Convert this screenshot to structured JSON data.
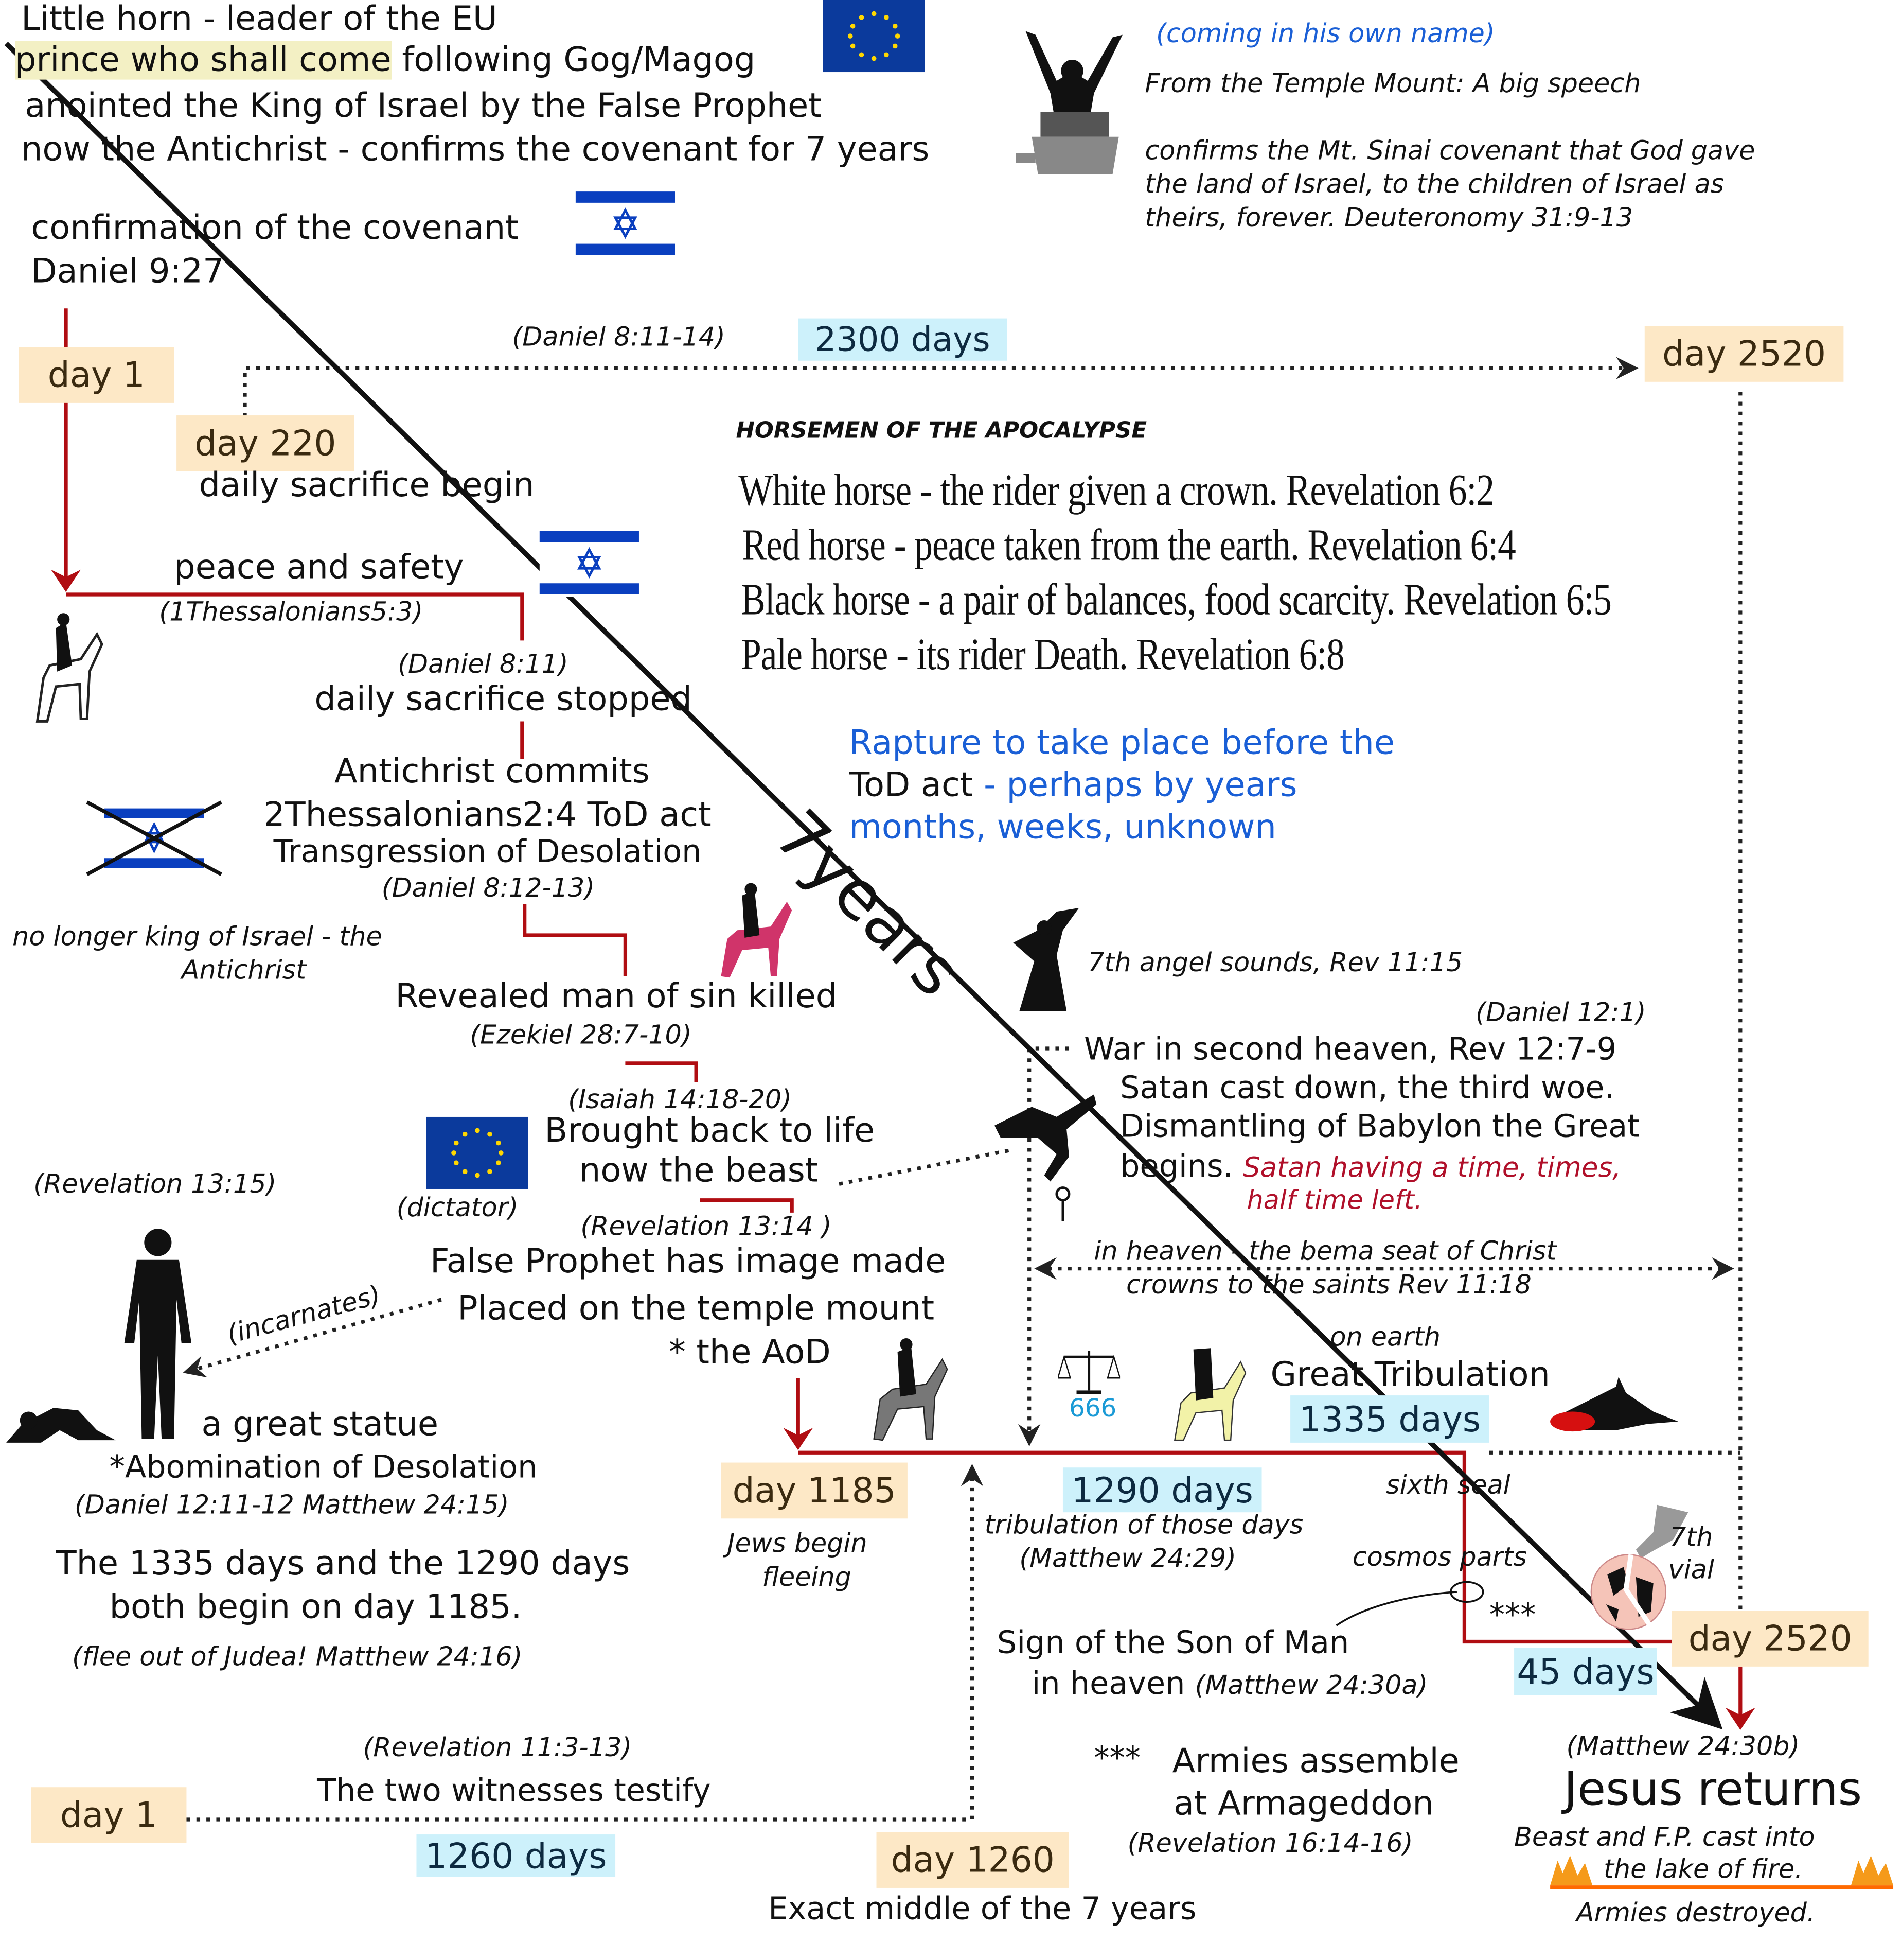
{
  "top": {
    "line1": "Little horn - leader of the EU",
    "line2_highlight": "prince who shall come",
    "line2_rest": " following Gog/Magog",
    "line3": "anointed the King of Israel by the False Prophet",
    "line4": "now the Antichrist - confirms the covenant for 7 years",
    "confirmation": "confirmation of the covenant",
    "daniel927": "Daniel 9:27"
  },
  "speech": {
    "coming": "(coming in his own name)",
    "temple": "From the Temple Mount:  A big speech",
    "l1": "confirms the Mt. Sinai covenant that God gave",
    "l2": "the land of Israel, to the children of Israel as",
    "l3": "theirs, forever.     Deuteronomy 31:9-13"
  },
  "timeline": {
    "day1_top": "day 1",
    "daniel81114": "(Daniel 8:11-14)",
    "days2300": "2300 days",
    "day2520_top": "day 2520",
    "day220": "day 220",
    "sacrifice_begin": "daily sacrifice begin",
    "peace": "peace and safety",
    "thess": "(1Thessalonians5:3)",
    "daniel811": "(Daniel 8:11)",
    "sacrifice_stopped": "daily sacrifice stopped",
    "ac_commits": "Antichrist commits",
    "thess2": "2Thessalonians2:4 ToD act",
    "transgression": "Transgression of Desolation",
    "daniel81213": "(Daniel 8:12-13)",
    "no_longer1": "no longer king of Israel - the",
    "no_longer2": "Antichrist",
    "revealed": "Revealed man of sin killed",
    "ezekiel": "(Ezekiel 28:7-10)",
    "isaiah": "(Isaiah 14:18-20)",
    "brought": "Brought back to life",
    "beast": "now the beast",
    "dictator": "(dictator)",
    "rev1315": "(Revelation 13:15)",
    "rev1314": "(Revelation 13:14 )",
    "fp_image": "False Prophet has image made",
    "placed": "Placed on the temple mount",
    "aod": "* the AoD",
    "incarnates": "(incarnates)",
    "statue": "a great statue",
    "abomination": "*Abomination of Desolation",
    "dan_matt": "(Daniel 12:11-12   Matthew 24:15)",
    "both1": "The 1335 days and the 1290 days",
    "both2": "both begin on day 1185.",
    "flee": "(flee out of Judea! Matthew 24:16)",
    "seven_years": "7years"
  },
  "horsemen": {
    "title": "HORSEMEN OF THE APOCALYPSE",
    "lines": [
      "White horse - the rider given a crown.  Revelation 6:2",
      "Red horse - peace taken from the earth.  Revelation 6:4",
      "Black horse - a pair of balances, food scarcity.   Revelation 6:5",
      "Pale horse - its rider Death.   Revelation 6:8"
    ]
  },
  "rapture": {
    "l1": "Rapture to take place before the",
    "l2a": "ToD act",
    "l2b": " - perhaps by years",
    "l3": "months, weeks, unknown"
  },
  "heaven": {
    "angel": "7th angel sounds, Rev 11:15",
    "daniel121": "(Daniel 12:1)",
    "war": "War in second heaven, Rev 12:7-9",
    "satan": "Satan cast down, the third woe.",
    "dismantling": "Dismantling of Babylon the Great",
    "begins": "begins. ",
    "satan_time": "Satan having a time, times,",
    "half_time": "half time left.",
    "bema1": "in heaven - the bema seat of Christ",
    "bema2": "crowns to the saints Rev 11:18"
  },
  "earth": {
    "on_earth": "on earth",
    "great_trib": "Great Tribulation",
    "days1335": "1335 days",
    "mark": "666",
    "day1185": "day 1185",
    "jews1": "Jews begin",
    "jews2": "fleeing",
    "days1290": "1290 days",
    "trib_days": "tribulation of those days",
    "matt2429": "(Matthew 24:29)",
    "sixth_seal": "sixth seal",
    "cosmos": "cosmos parts",
    "vial1": "7th",
    "vial2": "vial",
    "stars": "***",
    "day2520_bottom": "day 2520",
    "days45": "45 days",
    "sign1": "Sign of the Son of Man",
    "sign2": "in heaven ",
    "matt2430a": "(Matthew 24:30a)",
    "rev113": "(Revelation 11:3-13)",
    "witnesses": "The two witnesses testify",
    "day1_bottom": "day 1",
    "days1260": "1260 days",
    "day1260": "day 1260",
    "middle": "Exact middle of the 7 years",
    "armies_stars": "***",
    "armies1": "Armies assemble",
    "armies2": "at Armageddon",
    "rev1614": "(Revelation 16:14-16)",
    "matt2430b": "(Matthew 24:30b)",
    "jesus": "Jesus returns",
    "cast": "Beast and F.P. cast into",
    "lake": "the lake of fire.",
    "destroyed": "Armies destroyed."
  },
  "colors": {
    "red_line": "#b00d12",
    "tan": "#fde8c6",
    "cyan": "#cdf1fb",
    "blue_text": "#1a5fd6",
    "eu_blue": "#0b3a9c",
    "israel_blue": "#0a3fbf"
  }
}
